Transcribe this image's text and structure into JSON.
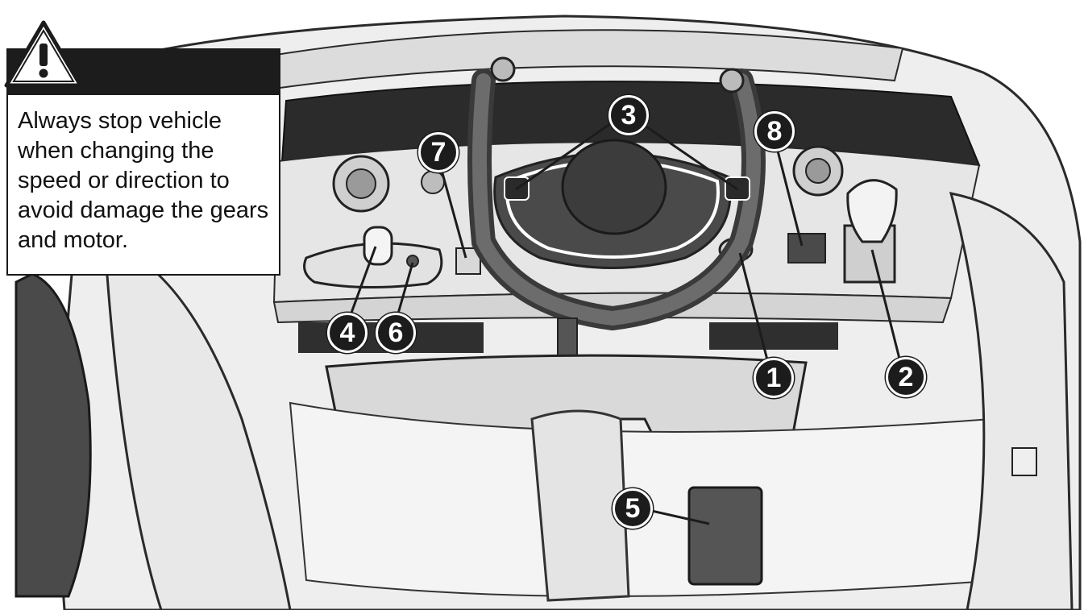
{
  "warning": {
    "text": "Always stop vehicle when changing the speed or direction to avoid damage the gears and motor.",
    "icon": "warning-triangle-icon"
  },
  "callouts": [
    {
      "number": "1",
      "label": "1"
    },
    {
      "number": "2",
      "label": "2"
    },
    {
      "number": "3",
      "label": "3"
    },
    {
      "number": "4",
      "label": "4"
    },
    {
      "number": "5",
      "label": "5"
    },
    {
      "number": "6",
      "label": "6"
    },
    {
      "number": "7",
      "label": "7"
    },
    {
      "number": "8",
      "label": "8"
    }
  ],
  "colors": {
    "line_art": "#1c1c1c",
    "body_fill": "#ededed",
    "shadow_fill": "#c8c8c8",
    "pedal_fill": "#555555"
  }
}
